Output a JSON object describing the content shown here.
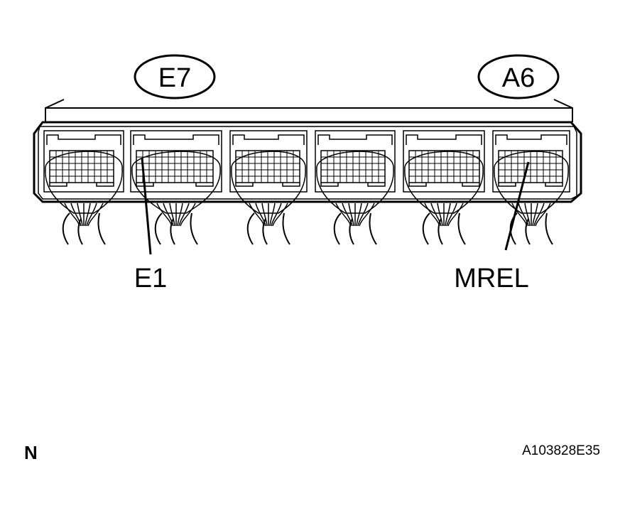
{
  "callouts": {
    "left_connector": "E7",
    "right_connector": "A6"
  },
  "pins": {
    "left": "E1",
    "right": "MREL"
  },
  "corner_mark": "N",
  "figure_code": "A103828E35",
  "colors": {
    "ink": "#000000",
    "paper": "#ffffff"
  }
}
